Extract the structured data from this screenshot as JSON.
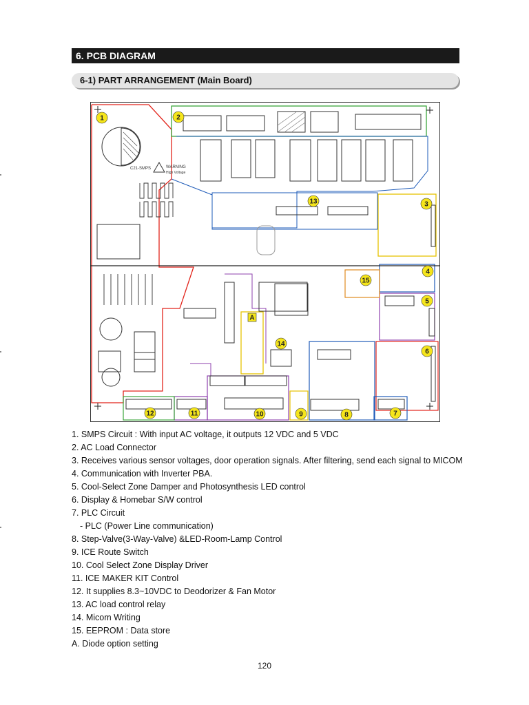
{
  "header": {
    "section_title": "6. PCB DIAGRAM",
    "subsection_title": "6-1) PART ARRANGEMENT (Main Board)"
  },
  "diagram": {
    "callouts": [
      "1",
      "2",
      "3",
      "4",
      "5",
      "6",
      "7",
      "8",
      "9",
      "10",
      "11",
      "12",
      "13",
      "14",
      "15",
      "A"
    ],
    "board_labels": {
      "smps": "C21-SMPS",
      "warning": "WARNING",
      "warning_sub": "High Voltage"
    },
    "zone_colors": {
      "smps": "#e2231a",
      "connectors": "#3aa53a",
      "sensors": "#e6c200",
      "display": "#1e5bb8",
      "misc": "#8e3fae",
      "plc": "#e08a1e"
    }
  },
  "descriptions": [
    "1. SMPS Circuit : With input AC voltage, it outputs 12 VDC and 5 VDC",
    "2. AC Load Connector",
    "3. Receives various sensor voltages, door operation signals. After filtering, send each signal to MICOM",
    "4. Communication with Inverter PBA.",
    "5. Cool-Select Zone Damper and Photosynthesis LED control",
    "6. Display & Homebar S/W control",
    "7. PLC Circuit",
    "   - PLC (Power Line communication)",
    "8. Step-Valve(3-Way-Valve) &LED-Room-Lamp Control",
    "9. ICE Route Switch",
    "10. Cool Select Zone Display Driver",
    "11. ICE MAKER KIT Control",
    "12. It supplies 8.3~10VDC to Deodorizer & Fan Motor",
    "13. AC load control relay",
    "14. Micom Writing",
    "15. EEPROM : Data store",
    "A. Diode option setting"
  ],
  "footer": {
    "page_number": "120"
  }
}
